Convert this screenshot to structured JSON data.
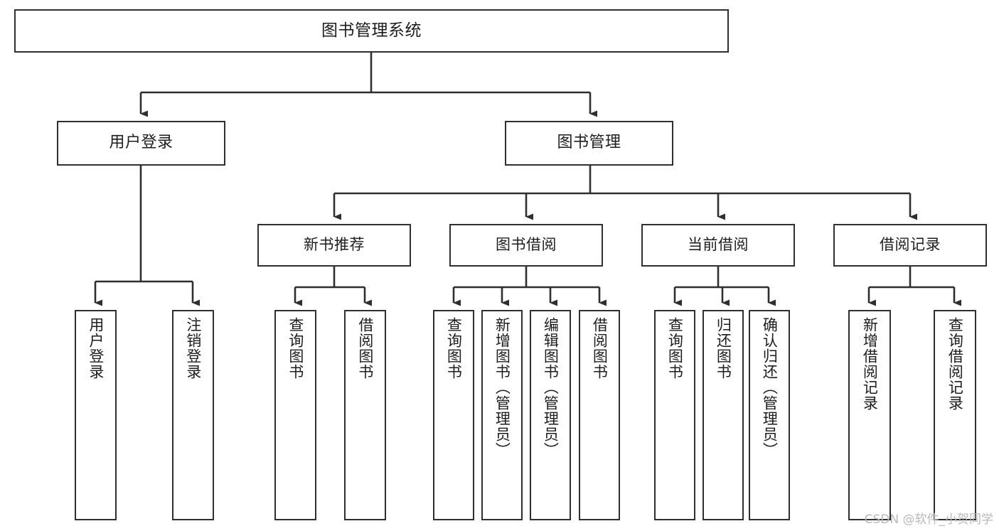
{
  "diagram": {
    "title": "图书管理系统",
    "type": "tree-hierarchy",
    "watermark": "CSDN @软件_小贺同学",
    "colors": {
      "box_border": "#2f2f2f",
      "box_fill": "#ffffff",
      "connector": "#2f2f2f",
      "text": "#1d1d1d",
      "watermark": "#b9b9b9",
      "background": "#ffffff"
    },
    "root": {
      "label": "图书管理系统"
    },
    "level2": [
      {
        "label": "用户登录"
      },
      {
        "label": "图书管理"
      }
    ],
    "level3": [
      {
        "label": "新书推荐"
      },
      {
        "label": "图书借阅"
      },
      {
        "label": "当前借阅"
      },
      {
        "label": "借阅记录"
      }
    ],
    "leaves": {
      "user_login": [
        {
          "label": "用户登录"
        },
        {
          "label": "注销登录"
        }
      ],
      "new_book_recommend": [
        {
          "label": "查询图书"
        },
        {
          "label": "借阅图书"
        }
      ],
      "book_borrow": [
        {
          "label": "查询图书"
        },
        {
          "label": "新增图书（管理员）"
        },
        {
          "label": "编辑图书（管理员）"
        },
        {
          "label": "借阅图书"
        }
      ],
      "current_borrow": [
        {
          "label": "查询图书"
        },
        {
          "label": "归还图书"
        },
        {
          "label": "确认归还（管理员）"
        }
      ],
      "borrow_record": [
        {
          "label": "新增借阅记录"
        },
        {
          "label": "查询借阅记录"
        }
      ]
    }
  }
}
